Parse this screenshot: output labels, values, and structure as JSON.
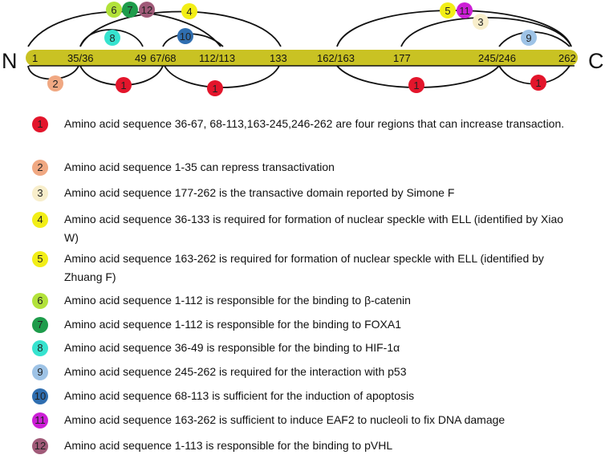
{
  "diagram": {
    "terminal_n": "N",
    "terminal_c": "C",
    "positions": [
      "1",
      "35/36",
      "49",
      "67/68",
      "112/113",
      "133",
      "162/163",
      "177",
      "245/246",
      "262"
    ],
    "colors": {
      "bar": "#c9c223",
      "line": "#111111",
      "c1": "#e3152b",
      "c2": "#f0a882",
      "c3": "#f8eecb",
      "c4": "#f2ee17",
      "c5": "#f2ee17",
      "c6": "#b2e23a",
      "c7": "#1e9c4b",
      "c8": "#36e3cf",
      "c9": "#9ec3e6",
      "c10": "#2f6eb0",
      "c11": "#cc1fd6",
      "c12": "#a05a78"
    },
    "markers": [
      "6",
      "7",
      "12",
      "4",
      "8",
      "10",
      "2",
      "1",
      "1",
      "5",
      "11",
      "3",
      "9",
      "1",
      "1"
    ]
  },
  "legend": [
    {
      "num": "1",
      "color": "#e3152b",
      "text": "Amino acid sequence 36-67, 68-113,163-245,246-262 are four regions that can increase transaction."
    },
    {
      "num": "2",
      "color": "#f0a882",
      "text": "Amino acid sequence 1-35 can repress transactivation"
    },
    {
      "num": "3",
      "color": "#f8eecb",
      "text": "Amino acid sequence 177-262 is the transactive domain reported by Simone F"
    },
    {
      "num": "4",
      "color": "#f2ee17",
      "text": "Amino acid sequence 36-133 is required for formation of nuclear speckle with ELL (identified by Xiao W)"
    },
    {
      "num": "5",
      "color": "#f2ee17",
      "text": "Amino acid sequence 163-262 is required for formation of nuclear speckle with ELL (identified by Zhuang F)"
    },
    {
      "num": "6",
      "color": "#b2e23a",
      "text": "Amino acid sequence 1-112 is responsible for the binding to β-catenin"
    },
    {
      "num": "7",
      "color": "#1e9c4b",
      "text": "Amino acid sequence 1-112 is responsible for the binding to FOXA1"
    },
    {
      "num": "8",
      "color": "#36e3cf",
      "text": "Amino acid sequence 36-49 is responsible for the binding to HIF-1α"
    },
    {
      "num": "9",
      "color": "#9ec3e6",
      "text": "Amino acid sequence 245-262 is required for the interaction with p53"
    },
    {
      "num": "10",
      "color": "#2f6eb0",
      "text": "Amino acid sequence 68-113 is sufficient for the induction of apoptosis"
    },
    {
      "num": "11",
      "color": "#cc1fd6",
      "text": "Amino acid sequence 163-262 is sufficient to induce EAF2 to nucleoli to fix DNA damage"
    },
    {
      "num": "12",
      "color": "#a05a78",
      "text": "Amino acid sequence 1-113 is responsible for the binding to pVHL"
    }
  ]
}
